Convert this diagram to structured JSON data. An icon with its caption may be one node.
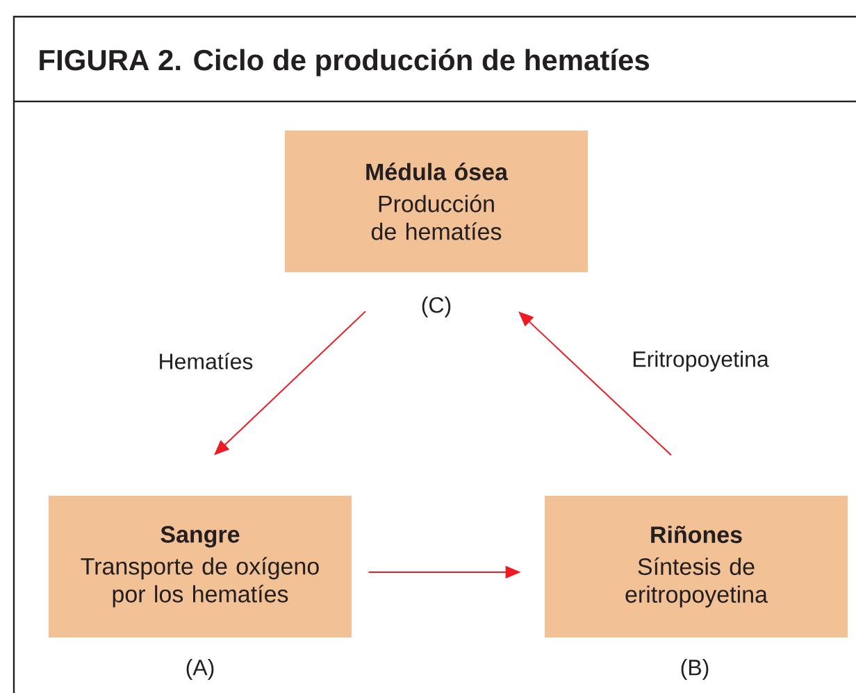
{
  "diagram": {
    "title": "FIGURA 2. Ciclo de producción de hematíes",
    "nodes": [
      {
        "text": [
          "Médula ósea",
          "Producción de hematíes"
        ],
        "beside": [
          "(C)"
        ]
      },
      {
        "text": [
          "Sangre",
          "Transporte de oxígeno por los hematíes"
        ],
        "beside": [
          "(A)"
        ]
      },
      {
        "text": [
          "Riñones",
          "Síntesis de eritropoyetina"
        ],
        "beside": [
          "(B)"
        ]
      }
    ],
    "edges": [
      {
        "from": 0,
        "to": 1,
        "arrow": "to",
        "label": "Hematíes"
      },
      {
        "from": 2,
        "to": 0,
        "arrow": "to",
        "label": "Eritropoyetina"
      },
      {
        "from": 1,
        "to": 2,
        "arrow": "to"
      }
    ]
  }
}
